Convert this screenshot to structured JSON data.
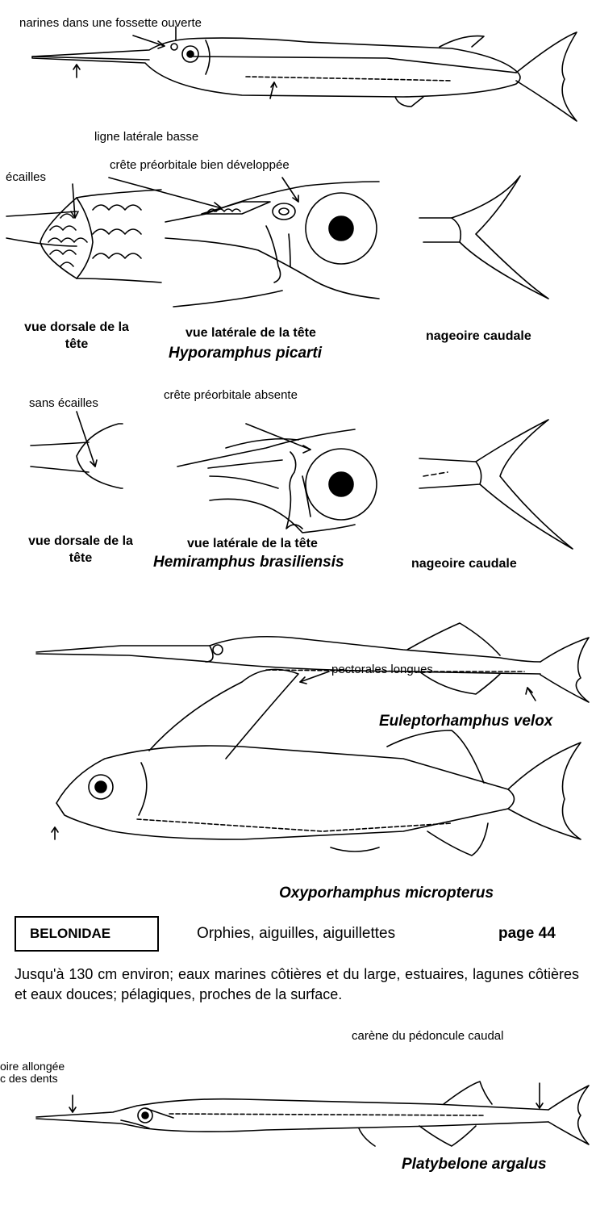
{
  "fig1": {
    "nostrils_label": "narines dans une fossette ouverte",
    "lateral_line_label": "ligne latérale basse"
  },
  "hyporamphus": {
    "scales_label": "écailles",
    "crest_label": "crête préorbitale bien développée",
    "dorsal_caption": "vue dorsale de la tête",
    "lateral_caption": "vue latérale de la tête",
    "species": "Hyporamphus picarti",
    "caudal_caption": "nageoire caudale"
  },
  "hemiramphus": {
    "no_scales_label": "sans écailles",
    "crest_label": "crête préorbitale absente",
    "dorsal_caption": "vue dorsale de la tête",
    "lateral_caption": "vue latérale de la tête",
    "species": "Hemiramphus brasiliensis",
    "caudal_caption": "nageoire caudale"
  },
  "euleptorhamphus": {
    "species": "Euleptorhamphus velox"
  },
  "oxyporhamphus": {
    "pectoral_label": "pectorales longues",
    "species": "Oxyporhamphus micropterus"
  },
  "belonidae": {
    "family": "BELONIDAE",
    "common_names": "Orphies, aiguilles, aiguillettes",
    "page": "page 44",
    "description": "Jusqu'à 130 cm environ; eaux marines côtières et du large, estuaires, lagunes côtières et eaux douces; pélagiques, proches de la surface.",
    "keel_label": "carène du pédoncule caudal",
    "jaw_label_line1": "oire allongée",
    "jaw_label_line2": "c des dents",
    "species": "Platybelone argalus"
  }
}
